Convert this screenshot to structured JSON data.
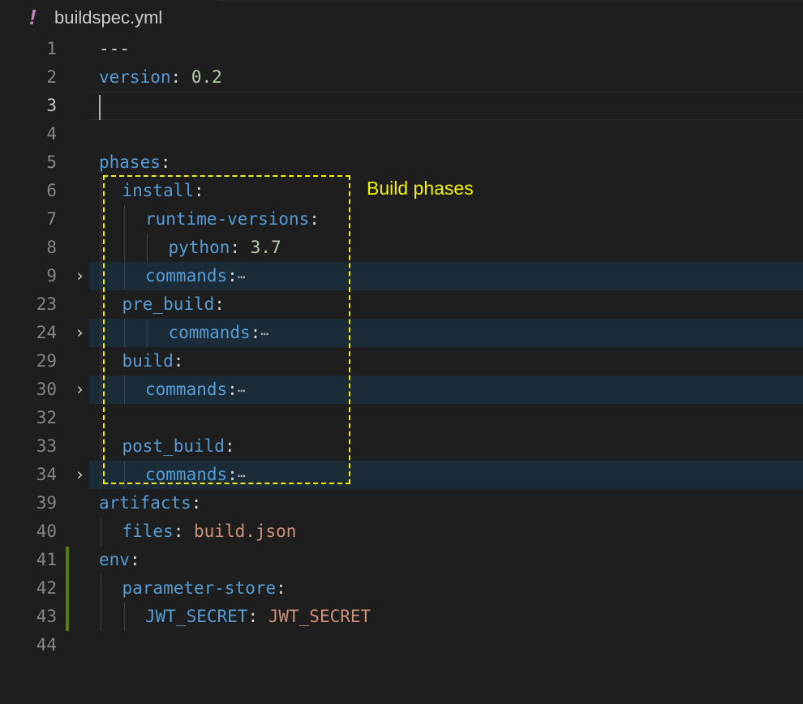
{
  "tab": {
    "icon": "!",
    "icon_name": "yaml-exclamation-icon",
    "filename": "buildspec.yml"
  },
  "annotation": {
    "label": "Build phases",
    "color": "#f5f000"
  },
  "colors": {
    "background": "#1e1e1e",
    "key": "#569cd6",
    "number": "#b5cea8",
    "string": "#ce9178",
    "fold_highlight": "#1b2b38",
    "git_modified": "#587c0c"
  },
  "lines": [
    {
      "num": "1",
      "tokens": [
        {
          "t": "---",
          "c": "p"
        }
      ]
    },
    {
      "num": "2",
      "tokens": [
        {
          "t": "version",
          "c": "k"
        },
        {
          "t": ": ",
          "c": "p"
        },
        {
          "t": "0.2",
          "c": "n"
        }
      ]
    },
    {
      "num": "3",
      "tokens": [],
      "current": true
    },
    {
      "num": "4",
      "tokens": []
    },
    {
      "num": "5",
      "tokens": [
        {
          "t": "phases",
          "c": "k"
        },
        {
          "t": ":",
          "c": "p"
        }
      ]
    },
    {
      "num": "6",
      "indent": 1,
      "tokens": [
        {
          "t": "install",
          "c": "k"
        },
        {
          "t": ":",
          "c": "p"
        }
      ]
    },
    {
      "num": "7",
      "indent": 2,
      "tokens": [
        {
          "t": "runtime-versions",
          "c": "k"
        },
        {
          "t": ":",
          "c": "p"
        }
      ]
    },
    {
      "num": "8",
      "indent": 3,
      "tokens": [
        {
          "t": "python",
          "c": "k"
        },
        {
          "t": ": ",
          "c": "p"
        },
        {
          "t": "3.7",
          "c": "n"
        }
      ]
    },
    {
      "num": "9",
      "indent": 2,
      "folded": true,
      "tokens": [
        {
          "t": "commands",
          "c": "k"
        },
        {
          "t": ":",
          "c": "p"
        }
      ]
    },
    {
      "num": "23",
      "indent": 1,
      "tokens": [
        {
          "t": "pre_build",
          "c": "k"
        },
        {
          "t": ":",
          "c": "p"
        }
      ]
    },
    {
      "num": "24",
      "indent": 3,
      "folded": true,
      "tokens": [
        {
          "t": "commands",
          "c": "k"
        },
        {
          "t": ":",
          "c": "p"
        }
      ]
    },
    {
      "num": "29",
      "indent": 1,
      "tokens": [
        {
          "t": "build",
          "c": "k"
        },
        {
          "t": ":",
          "c": "p"
        }
      ]
    },
    {
      "num": "30",
      "indent": 2,
      "folded": true,
      "tokens": [
        {
          "t": "commands",
          "c": "k"
        },
        {
          "t": ":",
          "c": "p"
        }
      ]
    },
    {
      "num": "32",
      "tokens": []
    },
    {
      "num": "33",
      "indent": 1,
      "tokens": [
        {
          "t": "post_build",
          "c": "k"
        },
        {
          "t": ":",
          "c": "p"
        }
      ]
    },
    {
      "num": "34",
      "indent": 2,
      "folded": true,
      "tokens": [
        {
          "t": "commands",
          "c": "k"
        },
        {
          "t": ":",
          "c": "p"
        }
      ]
    },
    {
      "num": "39",
      "tokens": [
        {
          "t": "artifacts",
          "c": "k"
        },
        {
          "t": ":",
          "c": "p"
        }
      ]
    },
    {
      "num": "40",
      "indent": 1,
      "tokens": [
        {
          "t": "files",
          "c": "k"
        },
        {
          "t": ": ",
          "c": "p"
        },
        {
          "t": "build.json",
          "c": "s"
        }
      ]
    },
    {
      "num": "41",
      "tokens": [
        {
          "t": "env",
          "c": "k"
        },
        {
          "t": ":",
          "c": "p"
        }
      ]
    },
    {
      "num": "42",
      "indent": 1,
      "tokens": [
        {
          "t": "parameter-store",
          "c": "k"
        },
        {
          "t": ":",
          "c": "p"
        }
      ]
    },
    {
      "num": "43",
      "indent": 2,
      "tokens": [
        {
          "t": "JWT_SECRET",
          "c": "k"
        },
        {
          "t": ": ",
          "c": "p"
        },
        {
          "t": "JWT_SECRET",
          "c": "s"
        }
      ]
    },
    {
      "num": "44",
      "tokens": []
    }
  ],
  "fold": {
    "chevron": "›",
    "chevron_icon": "chevron-right-icon",
    "ellipsis": "⋯",
    "ellipsis_icon": "folded-ellipsis-icon"
  }
}
